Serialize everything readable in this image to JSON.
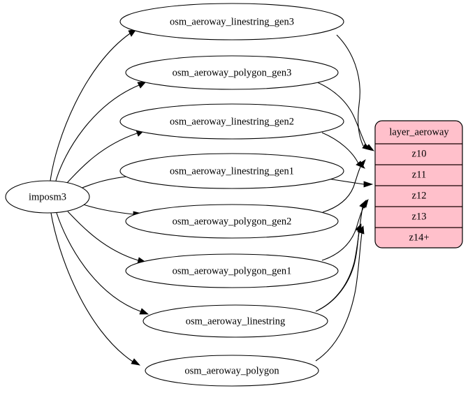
{
  "diagram": {
    "type": "directed-graph",
    "title": "imposm3 aeroway layer dependency graph",
    "background_color": "#ffffff",
    "edge_color": "#000000",
    "node_fill_color": "#ffffff",
    "node_stroke_color": "#000000"
  },
  "source_node": {
    "id": "imposm3",
    "label": "imposm3",
    "shape": "ellipse"
  },
  "table_nodes": [
    {
      "id": "osm_aeroway_linestring_gen3",
      "label": "osm_aeroway_linestring_gen3",
      "shape": "ellipse"
    },
    {
      "id": "osm_aeroway_polygon_gen3",
      "label": "osm_aeroway_polygon_gen3",
      "shape": "ellipse"
    },
    {
      "id": "osm_aeroway_linestring_gen2",
      "label": "osm_aeroway_linestring_gen2",
      "shape": "ellipse"
    },
    {
      "id": "osm_aeroway_linestring_gen1",
      "label": "osm_aeroway_linestring_gen1",
      "shape": "ellipse"
    },
    {
      "id": "osm_aeroway_polygon_gen2",
      "label": "osm_aeroway_polygon_gen2",
      "shape": "ellipse"
    },
    {
      "id": "osm_aeroway_polygon_gen1",
      "label": "osm_aeroway_polygon_gen1",
      "shape": "ellipse"
    },
    {
      "id": "osm_aeroway_linestring",
      "label": "osm_aeroway_linestring",
      "shape": "ellipse"
    },
    {
      "id": "osm_aeroway_polygon",
      "label": "osm_aeroway_polygon",
      "shape": "ellipse"
    }
  ],
  "layer_table": {
    "header": "layer_aeroway",
    "fill_color": "#ffc0cb",
    "border_color": "#000000",
    "divider_color": "#3b1f22",
    "rows": [
      {
        "label": "z10"
      },
      {
        "label": "z11"
      },
      {
        "label": "z12"
      },
      {
        "label": "z13"
      },
      {
        "label": "z14+"
      }
    ]
  },
  "edges": [
    {
      "from": "imposm3",
      "to": "osm_aeroway_linestring_gen3"
    },
    {
      "from": "imposm3",
      "to": "osm_aeroway_polygon_gen3"
    },
    {
      "from": "imposm3",
      "to": "osm_aeroway_linestring_gen2"
    },
    {
      "from": "imposm3",
      "to": "osm_aeroway_linestring_gen1"
    },
    {
      "from": "imposm3",
      "to": "osm_aeroway_polygon_gen2"
    },
    {
      "from": "imposm3",
      "to": "osm_aeroway_polygon_gen1"
    },
    {
      "from": "imposm3",
      "to": "osm_aeroway_linestring"
    },
    {
      "from": "imposm3",
      "to": "osm_aeroway_polygon"
    },
    {
      "from": "osm_aeroway_linestring_gen3",
      "to": "z10"
    },
    {
      "from": "osm_aeroway_polygon_gen3",
      "to": "z10"
    },
    {
      "from": "osm_aeroway_linestring_gen2",
      "to": "z11"
    },
    {
      "from": "osm_aeroway_polygon_gen2",
      "to": "z11"
    },
    {
      "from": "osm_aeroway_linestring_gen1",
      "to": "z12"
    },
    {
      "from": "osm_aeroway_polygon_gen1",
      "to": "z13"
    },
    {
      "from": "osm_aeroway_linestring",
      "to": "z13"
    },
    {
      "from": "osm_aeroway_linestring",
      "to": "z14+"
    },
    {
      "from": "osm_aeroway_polygon",
      "to": "z14+"
    }
  ]
}
